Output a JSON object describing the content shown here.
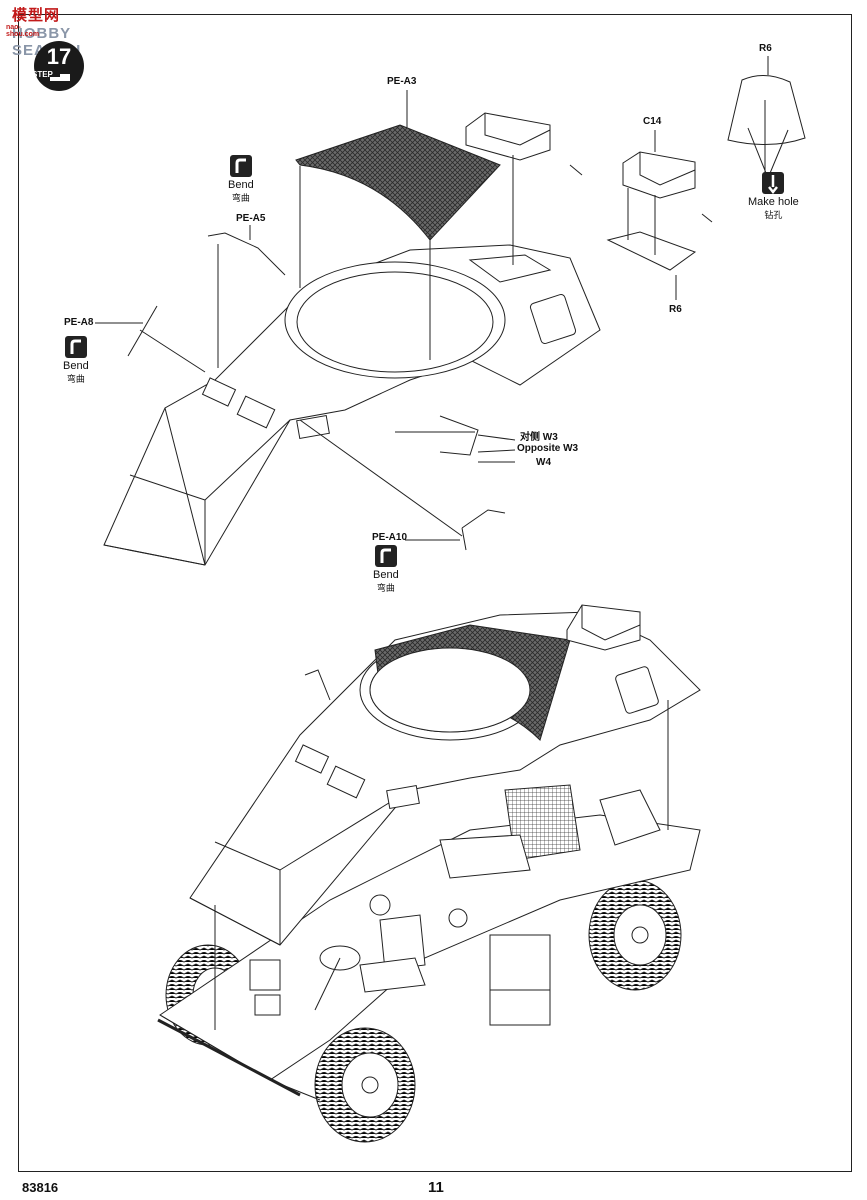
{
  "watermark": {
    "brand_a": "模型",
    "brand_b": "网",
    "brand_c": "HOBBY SEARCH",
    "url": "nao-shou.com"
  },
  "step": {
    "number": "17",
    "word": "STEP"
  },
  "parts": {
    "pe_a3": "PE-A3",
    "pe_a5": "PE-A5",
    "pe_a8": "PE-A8",
    "pe_a10": "PE-A10",
    "c14": "C14",
    "r6_top": "R6",
    "r6_bottom": "R6"
  },
  "notes": {
    "bend_1": {
      "en": "Bend",
      "cn": "弯曲"
    },
    "bend_2": {
      "en": "Bend",
      "cn": "弯曲"
    },
    "bend_3": {
      "en": "Bend",
      "cn": "弯曲"
    },
    "make_hole": {
      "en": "Make hole",
      "cn": "钻孔"
    },
    "opposite": {
      "cn": "对侧 W3",
      "en": "Opposite W3",
      "w4": "W4"
    }
  },
  "footer": {
    "code": "83816",
    "page": "11"
  },
  "colors": {
    "line": "#222222",
    "mesh": "#555555",
    "watermark_blue": "#1d64b4",
    "watermark_red": "#c21a1a"
  }
}
